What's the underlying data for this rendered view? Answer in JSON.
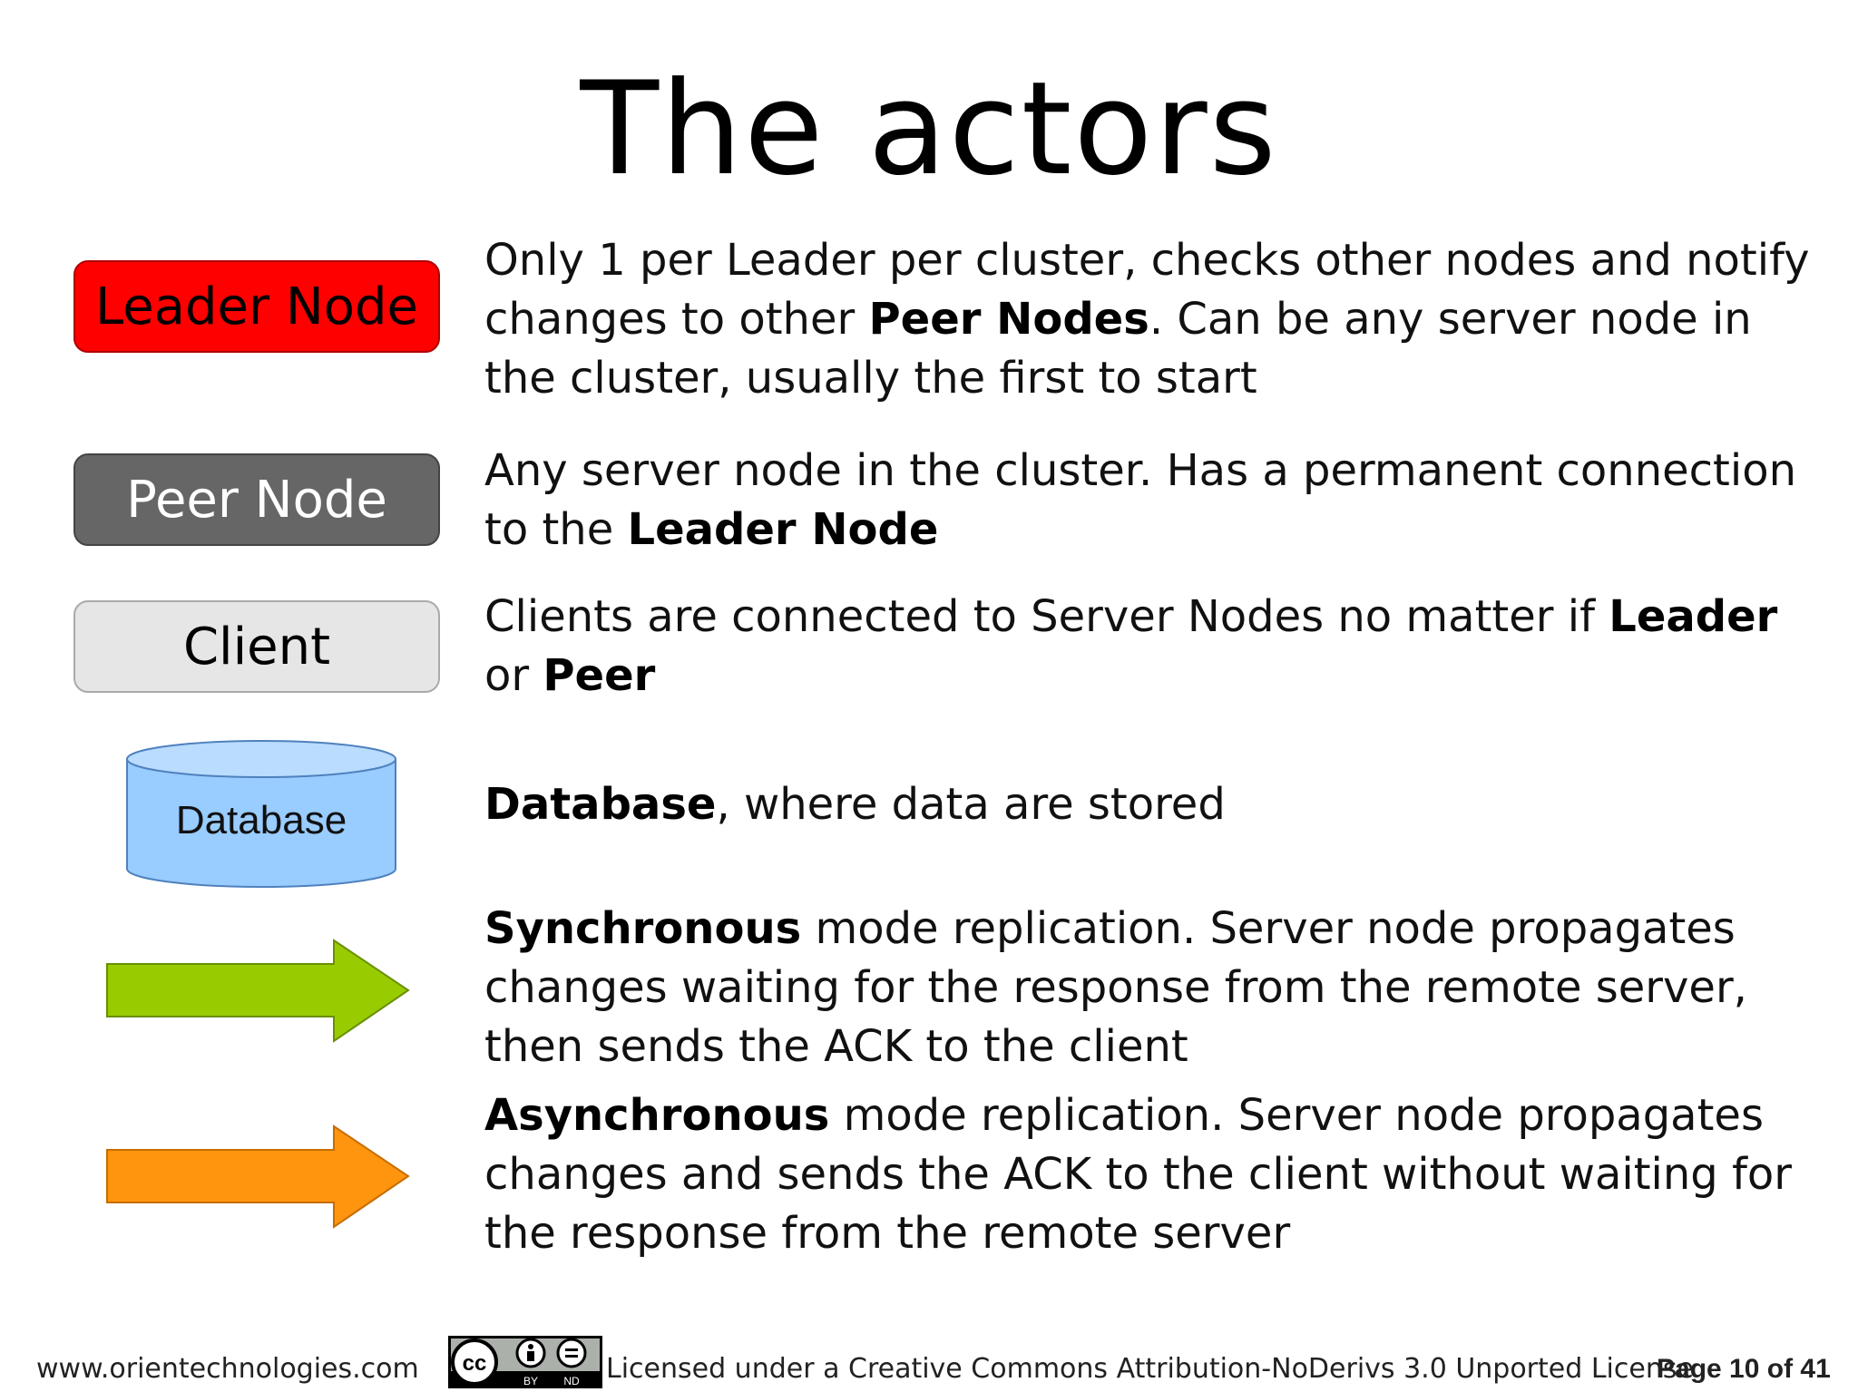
{
  "slide": {
    "title": "The actors"
  },
  "actors": {
    "leader": {
      "label": "Leader Node",
      "color": "#ff0000",
      "desc": [
        {
          "t": "Only 1 per Leader per cluster, checks other nodes and notify changes to other ",
          "b": false
        },
        {
          "t": "Peer Nodes",
          "b": true
        },
        {
          "t": ". Can be any server node in the cluster, usually the first to start",
          "b": false
        }
      ]
    },
    "peer": {
      "label": "Peer Node",
      "color": "#666666",
      "desc": [
        {
          "t": "Any server node in the cluster. Has a permanent connection to the ",
          "b": false
        },
        {
          "t": "Leader Node",
          "b": true
        }
      ]
    },
    "client": {
      "label": "Client",
      "color": "#e6e6e6",
      "desc": [
        {
          "t": "Clients are connected to Server Nodes no matter if ",
          "b": false
        },
        {
          "t": "Leader",
          "b": true
        },
        {
          "t": " or ",
          "b": false
        },
        {
          "t": "Peer",
          "b": true
        }
      ]
    },
    "database": {
      "label": "Database",
      "color": "#99ccff",
      "desc": [
        {
          "t": "Database",
          "b": true
        },
        {
          "t": ", where data are stored",
          "b": false
        }
      ]
    },
    "sync": {
      "color": "#99cc00",
      "desc": [
        {
          "t": "Synchronous",
          "b": true
        },
        {
          "t": " mode replication. Server node propagates changes waiting for the response from the remote server, then sends the ACK to the client",
          "b": false
        }
      ]
    },
    "async": {
      "color": "#ff950e",
      "desc": [
        {
          "t": "Asynchronous",
          "b": true
        },
        {
          "t": " mode replication. Server node  propagates changes and sends the ACK to the client without waiting for the response from the remote server",
          "b": false
        }
      ]
    }
  },
  "footer": {
    "url": "www.orientechnologies.com",
    "cc_badge": {
      "icon": "creative-commons-by-nd-badge",
      "by": "BY",
      "nd": "ND"
    },
    "license": "Licensed under a Creative Commons Attribution-NoDerivs 3.0 Unported License",
    "page": "Page 10 of 41"
  }
}
